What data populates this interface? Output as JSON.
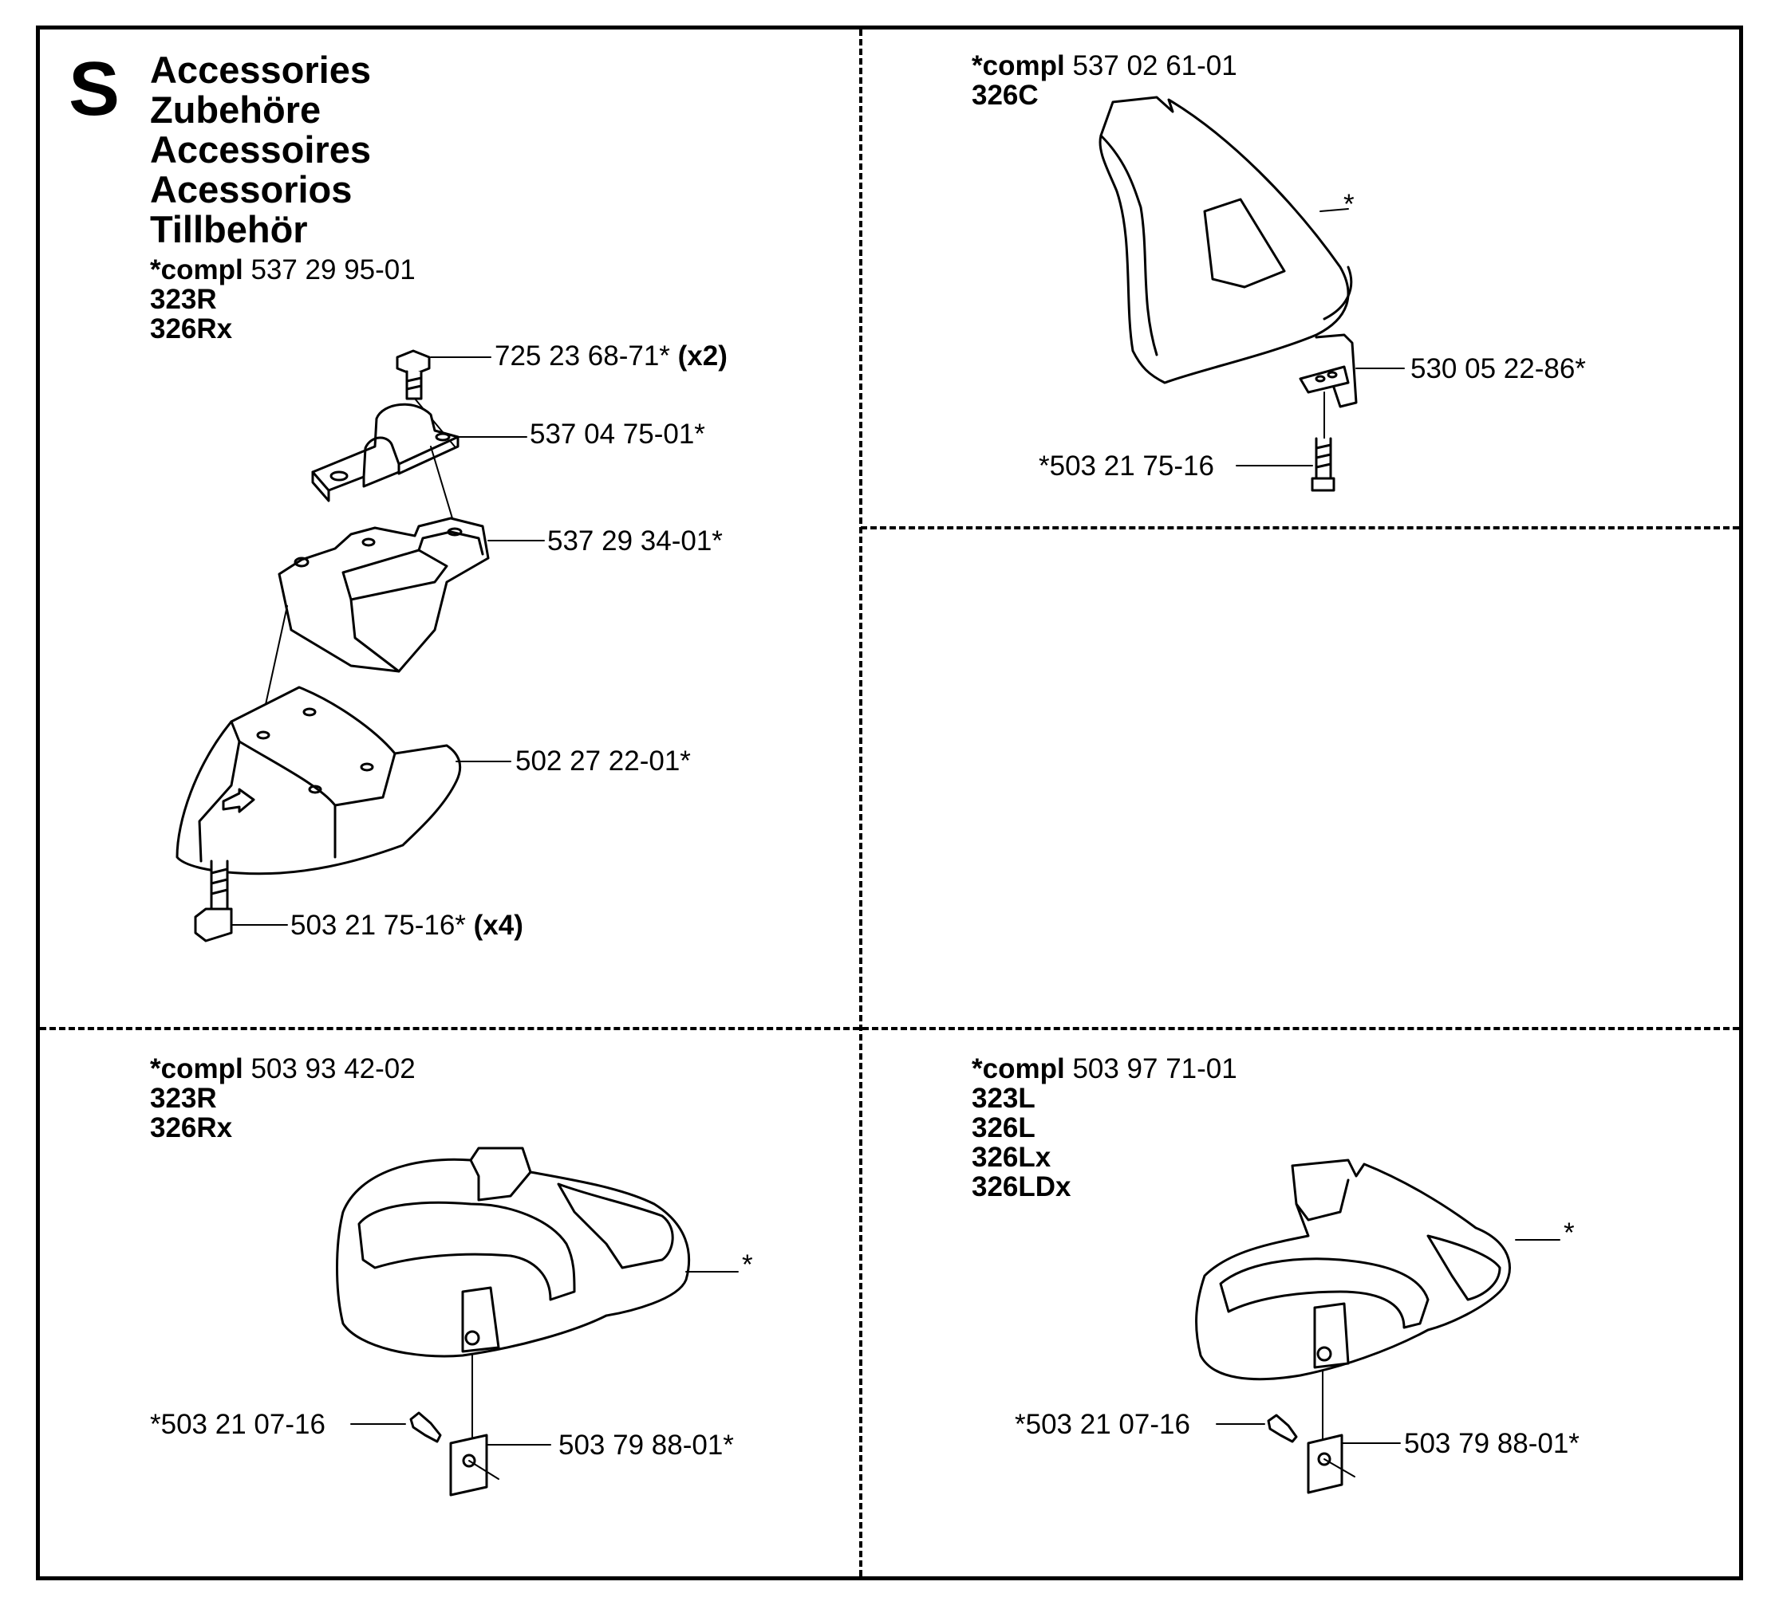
{
  "section_letter": "S",
  "titles": [
    "Accessories",
    "Zubehöre",
    "Accessoires",
    "Acessorios",
    "Tillbehör"
  ],
  "panels": {
    "top_left": {
      "compl_label": "*compl",
      "compl_number": "537 29 95-01",
      "models": [
        "323R",
        "326Rx"
      ],
      "parts": [
        {
          "number": "725 23 68-71*",
          "qty": "(x2)"
        },
        {
          "number": "537 04 75-01*",
          "qty": ""
        },
        {
          "number": "537 29 34-01*",
          "qty": ""
        },
        {
          "number": "502 27 22-01*",
          "qty": ""
        },
        {
          "number": "503 21 75-16*",
          "qty": "(x4)"
        }
      ]
    },
    "top_right": {
      "compl_label": "*compl",
      "compl_number": "537 02 61-01",
      "models": [
        "326C"
      ],
      "parts": [
        {
          "number": "*"
        },
        {
          "number": "530 05 22-86*"
        },
        {
          "number": "*503 21 75-16"
        }
      ]
    },
    "bottom_left": {
      "compl_label": "*compl",
      "compl_number": "503 93 42-02",
      "models": [
        "323R",
        "326Rx"
      ],
      "parts": [
        {
          "number": "*"
        },
        {
          "number": "*503 21 07-16"
        },
        {
          "number": "503 79 88-01*"
        }
      ]
    },
    "bottom_right": {
      "compl_label": "*compl",
      "compl_number": "503 97 71-01",
      "models": [
        "323L",
        "326L",
        "326Lx",
        "326LDx"
      ],
      "parts": [
        {
          "number": "*"
        },
        {
          "number": "*503 21 07-16"
        },
        {
          "number": "503 79 88-01*"
        }
      ]
    }
  }
}
